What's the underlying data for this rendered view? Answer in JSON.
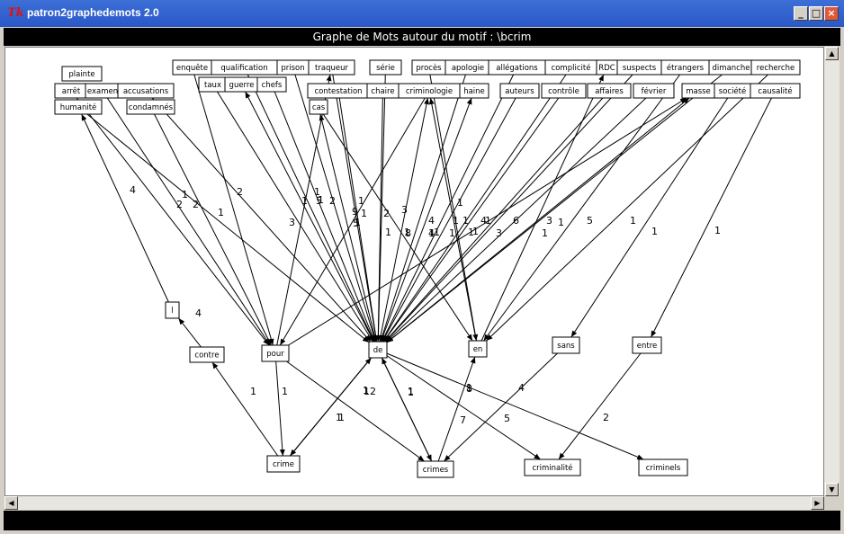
{
  "window": {
    "title": "patron2graphedemots 2.0",
    "app_icon_label": "Tk",
    "min_label": "_",
    "max_label": "□",
    "close_label": "×"
  },
  "header": {
    "title": "Graphe de Mots autour du motif : \\bcrim"
  },
  "graph": {
    "nodes": [
      {
        "id": "plainte",
        "label": "plainte"
      },
      {
        "id": "arret",
        "label": "arrêt"
      },
      {
        "id": "examen",
        "label": "examen"
      },
      {
        "id": "accusations",
        "label": "accusations"
      },
      {
        "id": "humanite",
        "label": "humanité"
      },
      {
        "id": "condamnes",
        "label": "condamnés"
      },
      {
        "id": "enquete",
        "label": "enquête"
      },
      {
        "id": "qualification",
        "label": "qualification"
      },
      {
        "id": "prison",
        "label": "prison"
      },
      {
        "id": "traqueur",
        "label": "traqueur"
      },
      {
        "id": "taux",
        "label": "taux"
      },
      {
        "id": "guerre",
        "label": "guerre"
      },
      {
        "id": "chefs",
        "label": "chefs"
      },
      {
        "id": "serie",
        "label": "série"
      },
      {
        "id": "contestation",
        "label": "contestation"
      },
      {
        "id": "chaire",
        "label": "chaire"
      },
      {
        "id": "cas",
        "label": "cas"
      },
      {
        "id": "proces",
        "label": "procès"
      },
      {
        "id": "apologie",
        "label": "apologie"
      },
      {
        "id": "allegations",
        "label": "allégations"
      },
      {
        "id": "complicite",
        "label": "complicité"
      },
      {
        "id": "rdc",
        "label": "RDC"
      },
      {
        "id": "suspects",
        "label": "suspects"
      },
      {
        "id": "etrangers",
        "label": "étrangers"
      },
      {
        "id": "dimanche",
        "label": "dimanche"
      },
      {
        "id": "recherche",
        "label": "recherche"
      },
      {
        "id": "criminologie",
        "label": "criminologie"
      },
      {
        "id": "haine",
        "label": "haine"
      },
      {
        "id": "auteurs",
        "label": "auteurs"
      },
      {
        "id": "controle",
        "label": "contrôle"
      },
      {
        "id": "affaires",
        "label": "affaires"
      },
      {
        "id": "fevrier",
        "label": "février"
      },
      {
        "id": "masse",
        "label": "masse"
      },
      {
        "id": "societe",
        "label": "société"
      },
      {
        "id": "causalite",
        "label": "causalité"
      },
      {
        "id": "l",
        "label": "l"
      },
      {
        "id": "contre",
        "label": "contre"
      },
      {
        "id": "pour",
        "label": "pour"
      },
      {
        "id": "de",
        "label": "de"
      },
      {
        "id": "en",
        "label": "en"
      },
      {
        "id": "sans",
        "label": "sans"
      },
      {
        "id": "entre",
        "label": "entre"
      },
      {
        "id": "crime",
        "label": "crime"
      },
      {
        "id": "crimes",
        "label": "crimes"
      },
      {
        "id": "criminalite",
        "label": "criminalité"
      },
      {
        "id": "criminels",
        "label": "criminels"
      }
    ],
    "edges": [
      {
        "from": "l",
        "to": "humanite"
      },
      {
        "from": "contre",
        "to": "l"
      },
      {
        "from": "crime",
        "to": "contre"
      },
      {
        "from": "arret",
        "to": "pour"
      },
      {
        "from": "examen",
        "to": "pour"
      },
      {
        "from": "accusations",
        "to": "de"
      },
      {
        "from": "humanite",
        "to": "de"
      },
      {
        "from": "condamnes",
        "to": "pour"
      },
      {
        "from": "enquete",
        "to": "pour"
      },
      {
        "from": "qualification",
        "to": "de"
      },
      {
        "from": "prison",
        "to": "de"
      },
      {
        "from": "traqueur",
        "to": "de"
      },
      {
        "from": "pour",
        "to": "traqueur"
      },
      {
        "from": "taux",
        "to": "de"
      },
      {
        "from": "de",
        "to": "guerre"
      },
      {
        "from": "chefs",
        "to": "de"
      },
      {
        "from": "serie",
        "to": "de"
      },
      {
        "from": "contestation",
        "to": "de"
      },
      {
        "from": "chaire",
        "to": "de"
      },
      {
        "from": "cas",
        "to": "en"
      },
      {
        "from": "de",
        "to": "cas"
      },
      {
        "from": "proces",
        "to": "en"
      },
      {
        "from": "apologie",
        "to": "de"
      },
      {
        "from": "allegations",
        "to": "de"
      },
      {
        "from": "complicite",
        "to": "de"
      },
      {
        "from": "en",
        "to": "rdc"
      },
      {
        "from": "suspects",
        "to": "de"
      },
      {
        "from": "etrangers",
        "to": "en"
      },
      {
        "from": "dimanche",
        "to": "de"
      },
      {
        "from": "recherche",
        "to": "en"
      },
      {
        "from": "criminologie",
        "to": "pour"
      },
      {
        "from": "de",
        "to": "criminologie"
      },
      {
        "from": "en",
        "to": "criminologie"
      },
      {
        "from": "de",
        "to": "haine"
      },
      {
        "from": "auteurs",
        "to": "de"
      },
      {
        "from": "controle",
        "to": "de"
      },
      {
        "from": "affaires",
        "to": "de"
      },
      {
        "from": "fevrier",
        "to": "de"
      },
      {
        "from": "de",
        "to": "masse"
      },
      {
        "from": "pour",
        "to": "masse"
      },
      {
        "from": "societe",
        "to": "sans"
      },
      {
        "from": "causalite",
        "to": "entre"
      },
      {
        "from": "pour",
        "to": "crime"
      },
      {
        "from": "crime",
        "to": "de"
      },
      {
        "from": "de",
        "to": "crime"
      },
      {
        "from": "pour",
        "to": "crimes"
      },
      {
        "from": "crimes",
        "to": "de"
      },
      {
        "from": "de",
        "to": "crimes"
      },
      {
        "from": "crimes",
        "to": "en"
      },
      {
        "from": "sans",
        "to": "crimes"
      },
      {
        "from": "de",
        "to": "criminalite"
      },
      {
        "from": "entre",
        "to": "criminalite"
      },
      {
        "from": "de",
        "to": "criminels"
      }
    ],
    "edge_labels": [
      "4",
      "4",
      "1",
      "2",
      "1",
      "2",
      "1",
      "2",
      "3",
      "1",
      "1",
      "1",
      "5",
      "2",
      "9",
      "1",
      "1",
      "5",
      "1",
      "2",
      "3",
      "1",
      "4",
      "1",
      "1",
      "1",
      "1",
      "1",
      "4",
      "6",
      "3",
      "1",
      "5",
      "1",
      "1",
      "1",
      "1",
      "1",
      "8",
      "1",
      "1",
      "1",
      "1",
      "3",
      "4",
      "1",
      "1",
      "1",
      "12",
      "4",
      "8",
      "5",
      "2",
      "7",
      "1",
      "1",
      "1",
      "1"
    ]
  },
  "scrollbars": {
    "up": "▲",
    "down": "▼",
    "left": "◀",
    "right": "▶"
  }
}
